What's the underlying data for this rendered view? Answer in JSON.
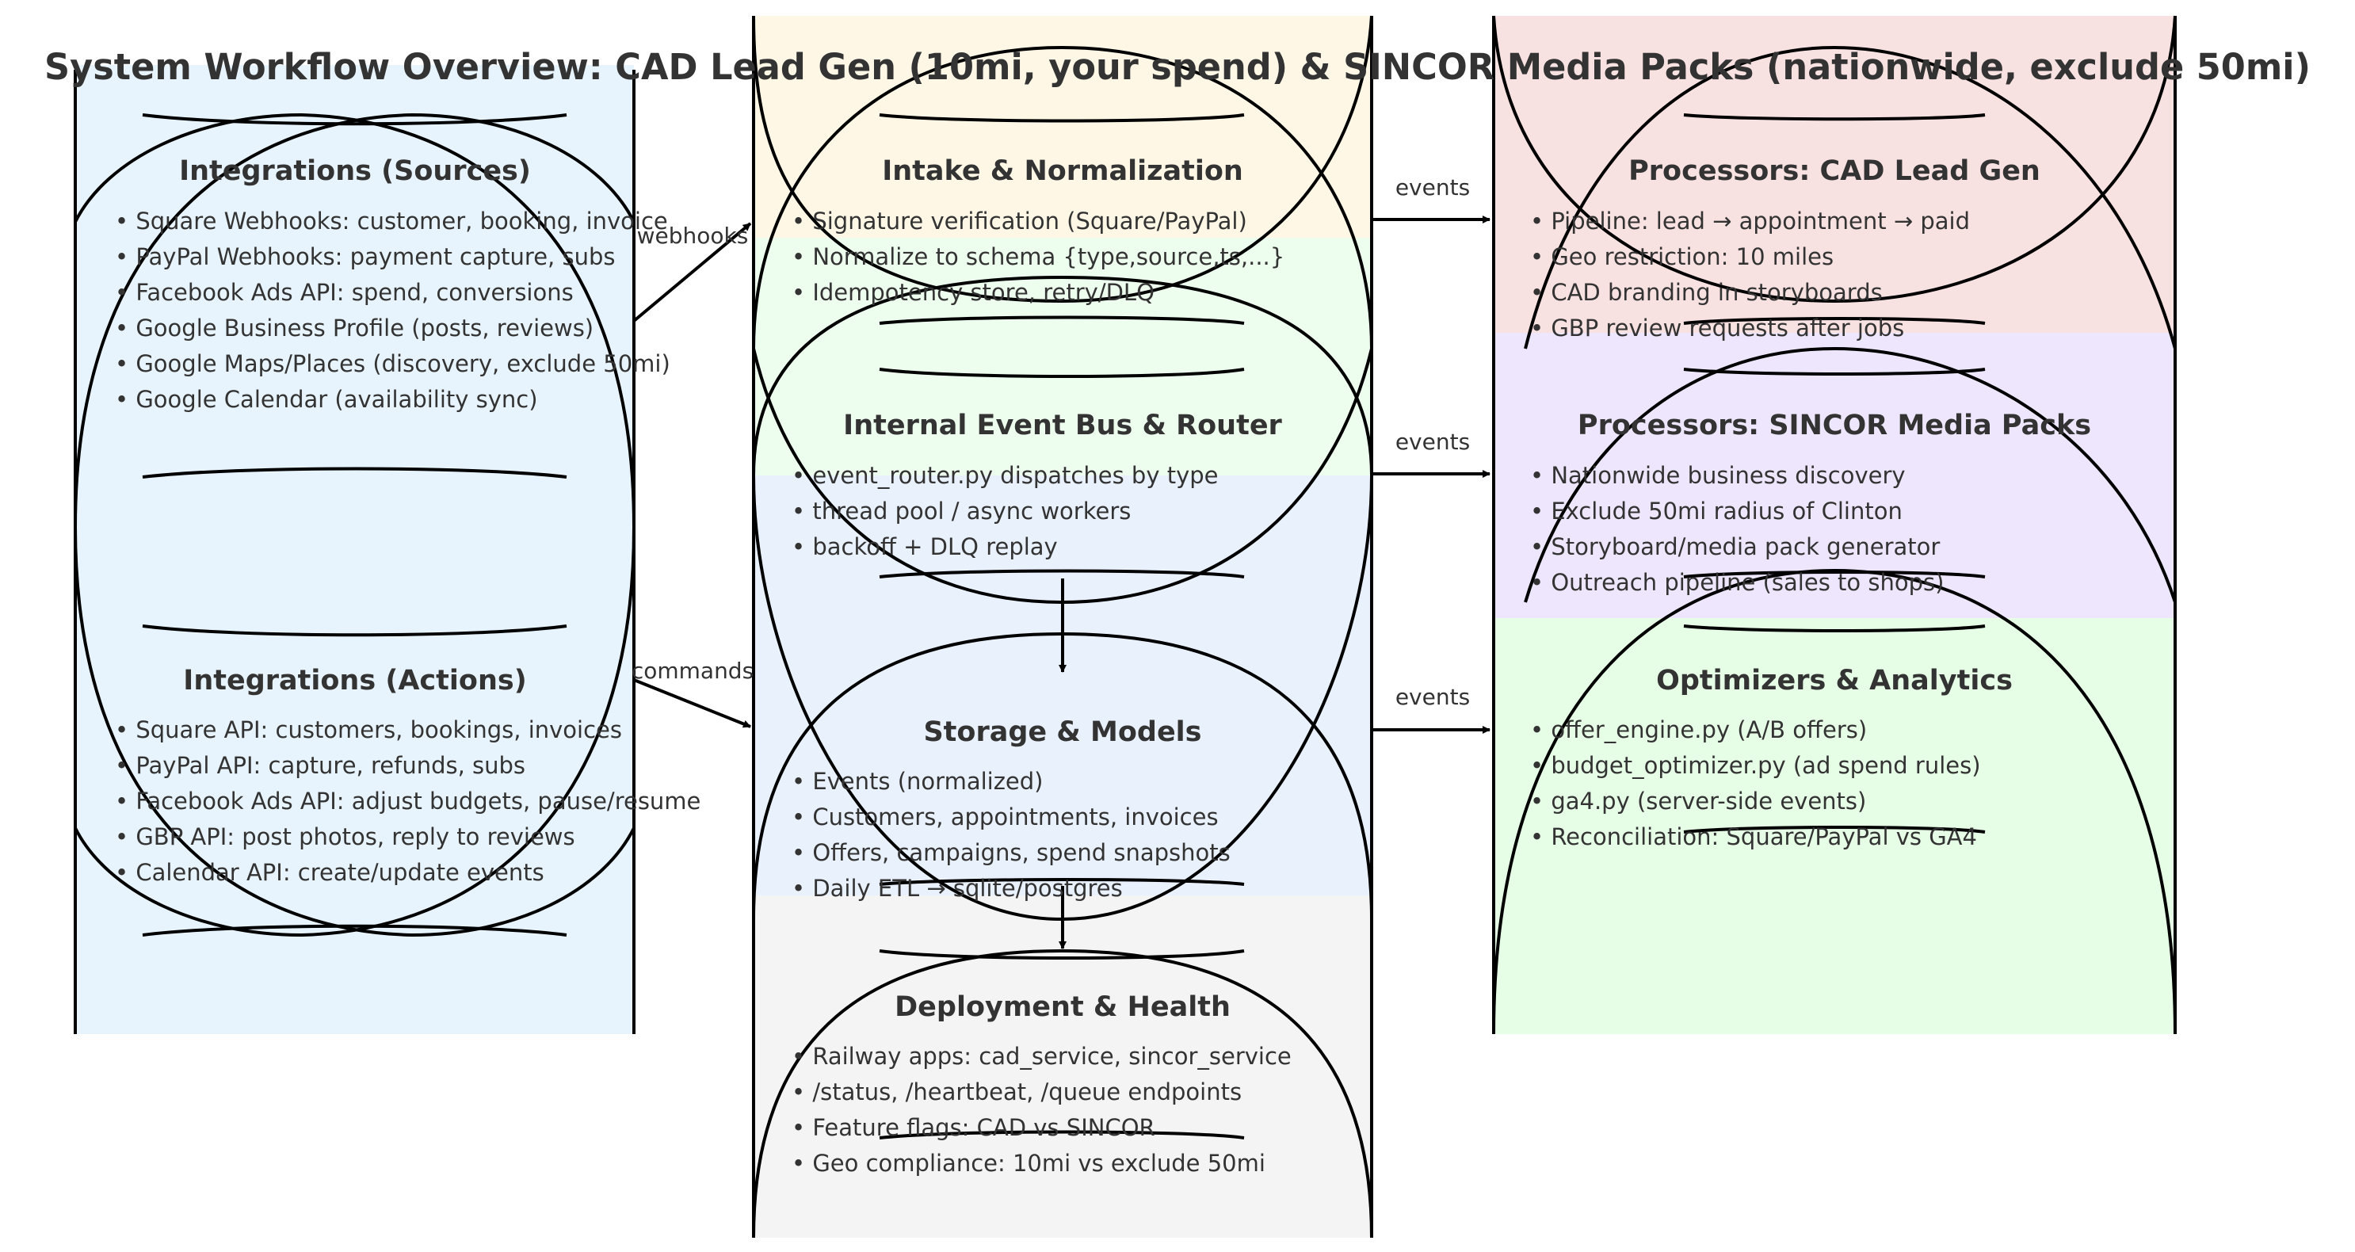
{
  "title": "System Workflow Overview: CAD Lead Gen (10mi, your spend) & SINCOR Media Packs (nationwide, exclude 50mi)",
  "boxes": [
    {
      "id": "integrations-sources",
      "title": "Integrations (Sources)",
      "fill": "#e8f4fd",
      "items": [
        "• Square Webhooks: customer, booking, invoice",
        "• PayPal Webhooks: payment capture, subs",
        "• Facebook Ads API: spend, conversions",
        "• Google Business Profile (posts, reviews)",
        "• Google Maps/Places (discovery, exclude 50mi)",
        "• Google Calendar (availability sync)"
      ]
    },
    {
      "id": "integrations-actions",
      "title": "Integrations (Actions)",
      "fill": "#e8f4fd",
      "items": [
        "• Square API: customers, bookings, invoices",
        "• PayPal API: capture, refunds, subs",
        "• Facebook Ads API: adjust budgets, pause/resume",
        "• GBP API: post photos, reply to reviews",
        "• Calendar API: create/update events"
      ]
    },
    {
      "id": "intake-normalization",
      "title": "Intake & Normalization",
      "fill": "#fef7e6",
      "items": [
        "• Signature verification (Square/PayPal)",
        "• Normalize to schema {type,source,ts,...}",
        "• Idempotency store, retry/DLQ"
      ]
    },
    {
      "id": "event-bus-router",
      "title": "Internal Event Bus & Router",
      "fill": "#edfdee",
      "items": [
        "• event_router.py dispatches by type",
        "• thread pool / async workers",
        "• backoff + DLQ replay"
      ]
    },
    {
      "id": "storage-models",
      "title": "Storage & Models",
      "fill": "#e9f1fd",
      "items": [
        "• Events (normalized)",
        "• Customers, appointments, invoices",
        "• Offers, campaigns, spend snapshots",
        "• Daily ETL → sqlite/postgres"
      ]
    },
    {
      "id": "deployment-health",
      "title": "Deployment & Health",
      "fill": "#f4f4f4",
      "items": [
        "• Railway apps: cad_service, sincor_service",
        "• /status, /heartbeat, /queue endpoints",
        "• Feature flags: CAD vs SINCOR",
        "• Geo compliance: 10mi vs exclude 50mi"
      ]
    },
    {
      "id": "processors-cad",
      "title": "Processors: CAD Lead Gen",
      "fill": "#f8e1e1",
      "items": [
        "• Pipeline: lead → appointment → paid",
        "• Geo restriction: 10 miles",
        "• CAD branding in storyboards",
        "• GBP review requests after jobs"
      ]
    },
    {
      "id": "processors-sincor",
      "title": "Processors: SINCOR Media Packs",
      "fill": "#eee6fc",
      "items": [
        "• Nationwide business discovery",
        "• Exclude 50mi radius of Clinton",
        "• Storyboard/media pack generator",
        "• Outreach pipeline (sales to shops)"
      ]
    },
    {
      "id": "optimizers-analytics",
      "title": "Optimizers & Analytics",
      "fill": "#e6fde6",
      "items": [
        "• offer_engine.py (A/B offers)",
        "• budget_optimizer.py (ad spend rules)",
        "• ga4.py (server-side events)",
        "• Reconciliation: Square/PayPal vs GA4"
      ]
    }
  ],
  "connectors": {
    "webhooks": "webhooks",
    "commands": "commands",
    "events_1": "events",
    "events_2": "events",
    "events_3": "events"
  }
}
